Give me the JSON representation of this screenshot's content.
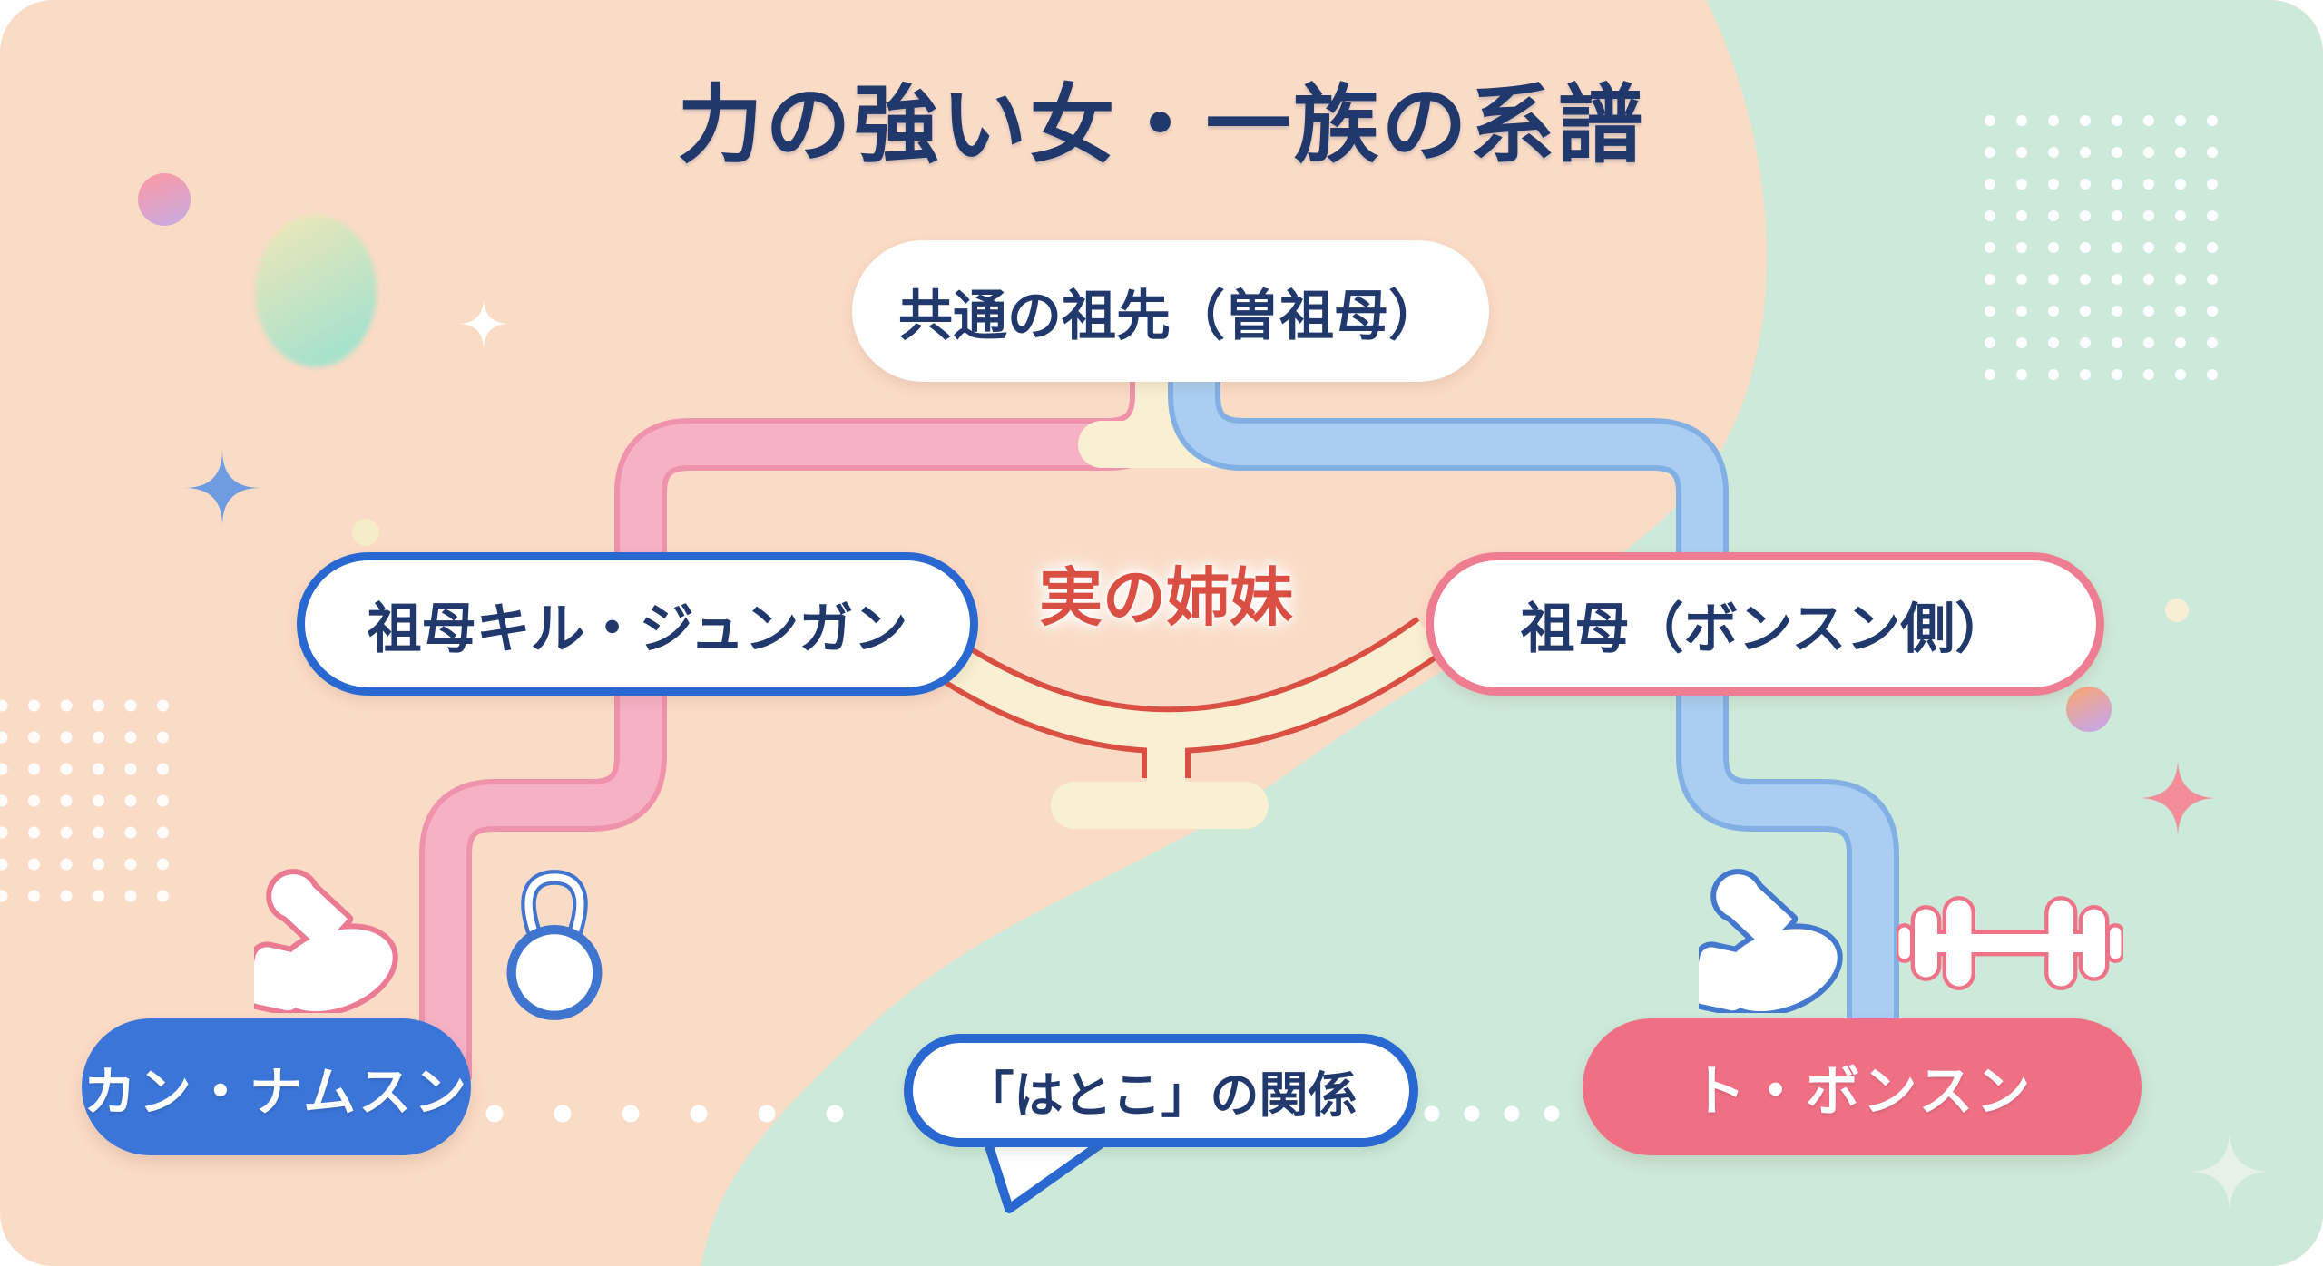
{
  "header": {
    "title": "力の強い女・一族の系譜"
  },
  "nodes": {
    "ancestor": {
      "label": "共通の祖先（曽祖母）"
    },
    "grandma_left": {
      "label": "祖母キル・ジュンガン"
    },
    "grandma_right": {
      "label": "祖母（ボンスン側）"
    },
    "namsoon": {
      "label": "カン・ナムスン"
    },
    "bongsoon": {
      "label": "ト・ボンスン"
    }
  },
  "relations": {
    "sisters_label": "実の姉妹",
    "second_cousin_label": "「はとこ」の関係"
  },
  "icons": [
    "flexed-bicep-icon",
    "kettlebell-icon",
    "flexed-bicep-icon",
    "dumbbell-icon",
    "sparkle-icon",
    "dots-pattern-icon"
  ],
  "colors": {
    "peach": "#fadbc6",
    "mint": "#cde9d9",
    "navy": "#20386b",
    "red": "#da4f43",
    "cream": "#f9efd2",
    "pink_fill": "#f6b1c5",
    "pink_edge": "#ef92ac",
    "blue_fill": "#a9cef2",
    "blue_edge": "#82b0e4",
    "pill_blue": "#3a75d7",
    "pill_pink": "#ef7085",
    "border_blue": "#2968d0",
    "border_pink": "#ef7d92",
    "arm_pink": "#eb7b92",
    "arm_blue": "#4579cd",
    "kb_blue": "#3f74cf",
    "db_pink": "#ee7388",
    "white": "#ffffff"
  }
}
